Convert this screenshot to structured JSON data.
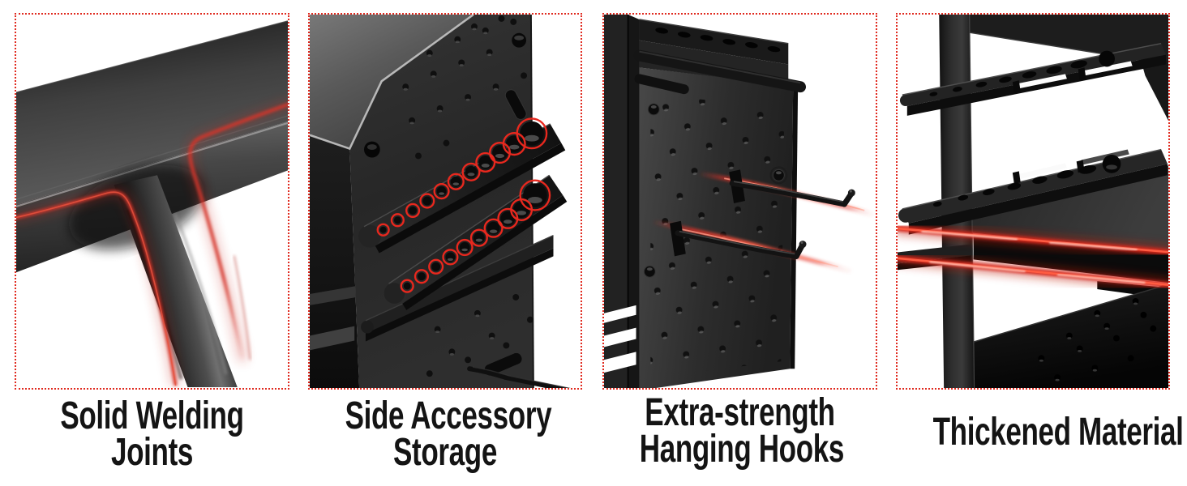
{
  "meta": {
    "kind": "product-feature-collage",
    "background": "#ffffff"
  },
  "colors": {
    "border_red": "#e02a1f",
    "ring_red": "#e8281e",
    "glow_red": "#d92c1d",
    "caption_text": "#141414"
  },
  "features": [
    {
      "caption_line1": "Solid Welding",
      "caption_line2": "Joints",
      "image_label": "welded-joint-closeup"
    },
    {
      "caption_line1": "Side Accessory",
      "caption_line2": "Storage",
      "image_label": "side-socket-holder-closeup"
    },
    {
      "caption_line1": "Extra-strength",
      "caption_line2": "Hanging Hooks",
      "image_label": "pegboard-hanging-hooks-closeup"
    },
    {
      "caption_line1": "Thickened Material",
      "caption_line2": "",
      "image_label": "thick-shelf-material-closeup"
    }
  ]
}
